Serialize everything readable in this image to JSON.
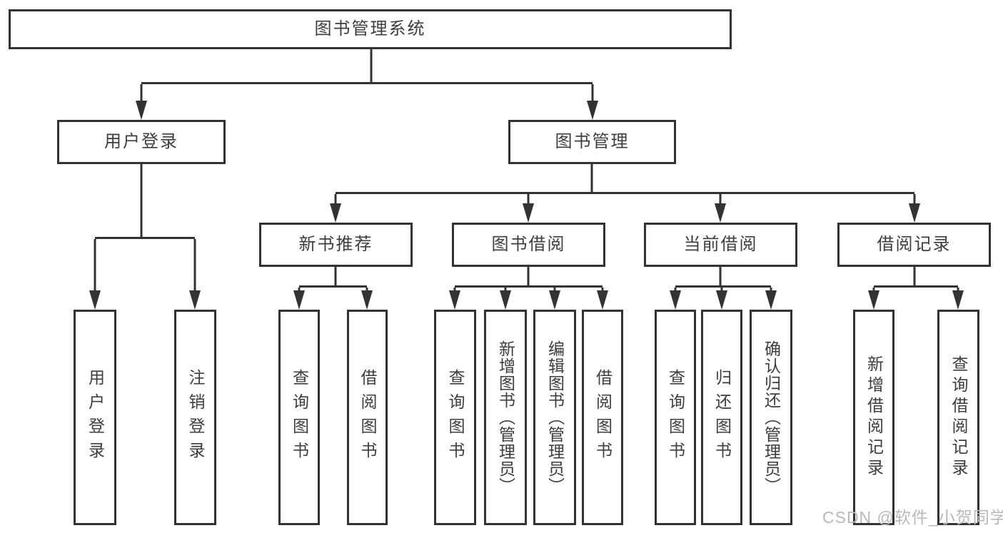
{
  "diagram": {
    "type": "hierarchy-tree",
    "root": {
      "label": "图书管理系统"
    },
    "branches": [
      {
        "label": "用户登录"
      },
      {
        "label": "图书管理"
      }
    ],
    "modules": [
      {
        "label": "新书推荐",
        "parent": "图书管理"
      },
      {
        "label": "图书借阅",
        "parent": "图书管理"
      },
      {
        "label": "当前借阅",
        "parent": "图书管理"
      },
      {
        "label": "借阅记录",
        "parent": "图书管理"
      }
    ],
    "leaves": [
      {
        "label": "用户登录",
        "parent": "用户登录"
      },
      {
        "label": "注销登录",
        "parent": "用户登录"
      },
      {
        "label": "查询图书",
        "parent": "新书推荐"
      },
      {
        "label": "借阅图书",
        "parent": "新书推荐"
      },
      {
        "label": "查询图书",
        "parent": "图书借阅"
      },
      {
        "label": "新增图书（管理员）",
        "parent": "图书借阅"
      },
      {
        "label": "编辑图书（管理员）",
        "parent": "图书借阅"
      },
      {
        "label": "借阅图书",
        "parent": "图书借阅"
      },
      {
        "label": "查询图书",
        "parent": "当前借阅"
      },
      {
        "label": "归还图书",
        "parent": "当前借阅"
      },
      {
        "label": "确认归还（管理员）",
        "parent": "当前借阅"
      },
      {
        "label": "新增借阅记录",
        "parent": "借阅记录"
      },
      {
        "label": "查询借阅记录",
        "parent": "借阅记录"
      }
    ]
  },
  "watermark": {
    "text": "CSDN @软件_小贺同学"
  },
  "colors": {
    "line": "#333333",
    "text": "#3d3d3d",
    "background": "#ffffff",
    "watermark": "#b9b9b9"
  }
}
